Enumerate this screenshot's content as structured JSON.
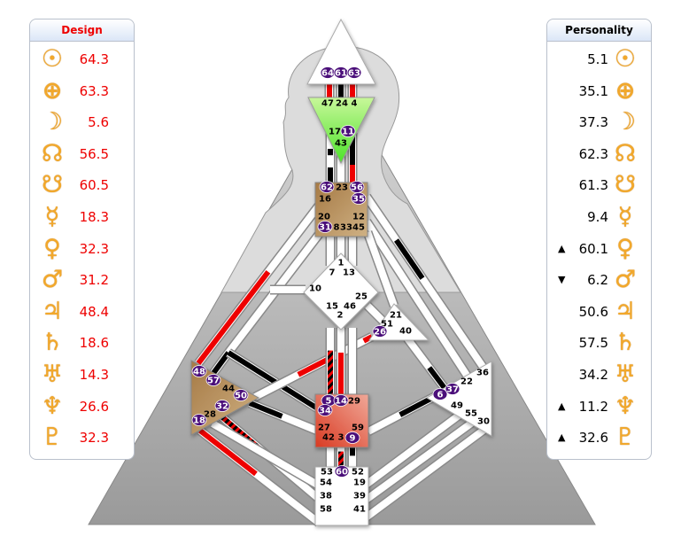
{
  "design": {
    "title": "Design",
    "rows": [
      {
        "planet": "sun",
        "glyph": "☉",
        "value": "64.3"
      },
      {
        "planet": "earth",
        "glyph": "⊕",
        "value": "63.3"
      },
      {
        "planet": "moon",
        "glyph": "☽",
        "value": "5.6"
      },
      {
        "planet": "north-node",
        "glyph": "☊",
        "value": "56.5"
      },
      {
        "planet": "south-node",
        "glyph": "☋",
        "value": "60.5"
      },
      {
        "planet": "mercury",
        "glyph": "☿",
        "value": "18.3"
      },
      {
        "planet": "venus",
        "glyph": "♀",
        "value": "32.3"
      },
      {
        "planet": "mars",
        "glyph": "♂",
        "value": "31.2"
      },
      {
        "planet": "jupiter",
        "glyph": "♃",
        "value": "48.4"
      },
      {
        "planet": "saturn",
        "glyph": "♄",
        "value": "18.6"
      },
      {
        "planet": "uranus",
        "glyph": "♅",
        "value": "14.3"
      },
      {
        "planet": "neptune",
        "glyph": "♆",
        "value": "26.6"
      },
      {
        "planet": "pluto",
        "glyph": "♇",
        "value": "32.3"
      }
    ]
  },
  "personality": {
    "title": "Personality",
    "rows": [
      {
        "planet": "sun",
        "glyph": "☉",
        "value": "5.1",
        "arrow": ""
      },
      {
        "planet": "earth",
        "glyph": "⊕",
        "value": "35.1",
        "arrow": ""
      },
      {
        "planet": "moon",
        "glyph": "☽",
        "value": "37.3",
        "arrow": ""
      },
      {
        "planet": "north-node",
        "glyph": "☊",
        "value": "62.3",
        "arrow": ""
      },
      {
        "planet": "south-node",
        "glyph": "☋",
        "value": "61.3",
        "arrow": ""
      },
      {
        "planet": "mercury",
        "glyph": "☿",
        "value": "9.4",
        "arrow": ""
      },
      {
        "planet": "venus",
        "glyph": "♀",
        "value": "60.1",
        "arrow": "▲"
      },
      {
        "planet": "mars",
        "glyph": "♂",
        "value": "6.2",
        "arrow": "▼"
      },
      {
        "planet": "jupiter",
        "glyph": "♃",
        "value": "50.6",
        "arrow": ""
      },
      {
        "planet": "saturn",
        "glyph": "♄",
        "value": "57.5",
        "arrow": ""
      },
      {
        "planet": "uranus",
        "glyph": "♅",
        "value": "34.2",
        "arrow": ""
      },
      {
        "planet": "neptune",
        "glyph": "♆",
        "value": "11.2",
        "arrow": "▲"
      },
      {
        "planet": "pluto",
        "glyph": "♇",
        "value": "32.6",
        "arrow": "▲"
      }
    ]
  },
  "colors": {
    "design": "#ee0000",
    "personality": "#000000",
    "active_gate": "#4b0f7a",
    "ajna": "#7ee84a",
    "throat": "#b58f5c",
    "sacral": "#e04a35",
    "spleen": "#b58f5c"
  },
  "bodygraph": {
    "gates": [
      {
        "gate": "64",
        "active": true
      },
      {
        "gate": "61",
        "active": true
      },
      {
        "gate": "63",
        "active": true
      },
      {
        "gate": "47",
        "active": false
      },
      {
        "gate": "24",
        "active": false
      },
      {
        "gate": "4",
        "active": false
      },
      {
        "gate": "17",
        "active": false
      },
      {
        "gate": "11",
        "active": true
      },
      {
        "gate": "43",
        "active": false
      },
      {
        "gate": "62",
        "active": true
      },
      {
        "gate": "23",
        "active": false
      },
      {
        "gate": "56",
        "active": true
      },
      {
        "gate": "16",
        "active": false
      },
      {
        "gate": "35",
        "active": true
      },
      {
        "gate": "20",
        "active": false
      },
      {
        "gate": "12",
        "active": false
      },
      {
        "gate": "31",
        "active": true
      },
      {
        "gate": "8",
        "active": false
      },
      {
        "gate": "33",
        "active": false
      },
      {
        "gate": "45",
        "active": false
      },
      {
        "gate": "1",
        "active": false
      },
      {
        "gate": "7",
        "active": false
      },
      {
        "gate": "13",
        "active": false
      },
      {
        "gate": "10",
        "active": false
      },
      {
        "gate": "25",
        "active": false
      },
      {
        "gate": "15",
        "active": false
      },
      {
        "gate": "46",
        "active": false
      },
      {
        "gate": "2",
        "active": false
      },
      {
        "gate": "21",
        "active": false
      },
      {
        "gate": "51",
        "active": false
      },
      {
        "gate": "26",
        "active": true
      },
      {
        "gate": "40",
        "active": false
      },
      {
        "gate": "48",
        "active": true
      },
      {
        "gate": "57",
        "active": true
      },
      {
        "gate": "44",
        "active": false
      },
      {
        "gate": "50",
        "active": true
      },
      {
        "gate": "32",
        "active": true
      },
      {
        "gate": "28",
        "active": false
      },
      {
        "gate": "18",
        "active": true
      },
      {
        "gate": "5",
        "active": true
      },
      {
        "gate": "14",
        "active": true
      },
      {
        "gate": "29",
        "active": false
      },
      {
        "gate": "34",
        "active": true
      },
      {
        "gate": "27",
        "active": false
      },
      {
        "gate": "59",
        "active": false
      },
      {
        "gate": "42",
        "active": false
      },
      {
        "gate": "3",
        "active": false
      },
      {
        "gate": "9",
        "active": true
      },
      {
        "gate": "36",
        "active": false
      },
      {
        "gate": "22",
        "active": false
      },
      {
        "gate": "6",
        "active": true
      },
      {
        "gate": "37",
        "active": true
      },
      {
        "gate": "49",
        "active": false
      },
      {
        "gate": "55",
        "active": false
      },
      {
        "gate": "30",
        "active": false
      },
      {
        "gate": "53",
        "active": false
      },
      {
        "gate": "60",
        "active": true
      },
      {
        "gate": "52",
        "active": false
      },
      {
        "gate": "54",
        "active": false
      },
      {
        "gate": "19",
        "active": false
      },
      {
        "gate": "38",
        "active": false
      },
      {
        "gate": "39",
        "active": false
      },
      {
        "gate": "58",
        "active": false
      },
      {
        "gate": "41",
        "active": false
      }
    ]
  }
}
